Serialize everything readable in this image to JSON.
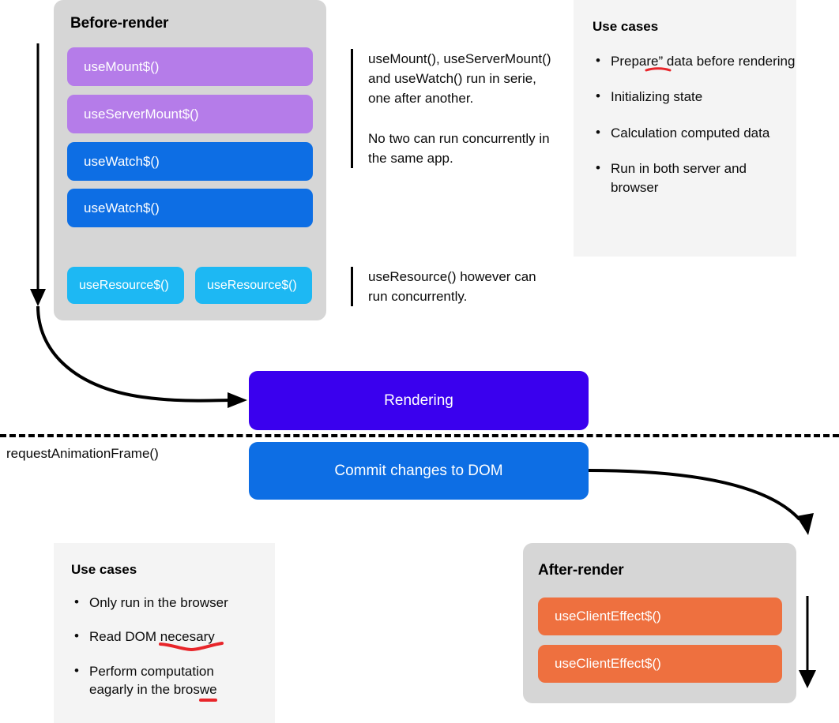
{
  "diagram": {
    "title": "Qwik hooks lifecycle: before-render, rendering, commit, after-render",
    "colors": {
      "panel_bg": "#d6d6d6",
      "usecase_bg": "#f4f4f4",
      "purple": "#b57ce9",
      "blue": "#0d6ee4",
      "cyan": "#1db8f3",
      "orange": "#ee703f",
      "render_violet": "#3a00ee",
      "spellcheck_red": "#e8252a",
      "arrow_black": "#000000"
    }
  },
  "before_render": {
    "title": "Before-render",
    "serial_hooks": [
      {
        "label": "useMount$()",
        "color": "purple"
      },
      {
        "label": "useServerMount$()",
        "color": "purple"
      },
      {
        "label": "useWatch$()",
        "color": "blue"
      },
      {
        "label": "useWatch$()",
        "color": "blue"
      }
    ],
    "concurrent_hooks": [
      {
        "label": "useResource$()",
        "color": "cyan"
      },
      {
        "label": "useResource$()",
        "color": "cyan"
      }
    ]
  },
  "notes": {
    "serial": [
      "useMount(), useServerMount() and useWatch() run in serie, one after another.",
      "No two can run concurrently in the same app."
    ],
    "concurrent": [
      "useResource() however can run concurrently."
    ]
  },
  "usecases_before": {
    "title": "Use cases",
    "items": [
      {
        "prefix": "Prepa",
        "marked": "re”",
        "suffix": " data before rendering",
        "mark": "underline"
      },
      {
        "prefix": "Initializing state",
        "marked": "",
        "suffix": "",
        "mark": "none"
      },
      {
        "prefix": "Calculation computed data",
        "marked": "",
        "suffix": "",
        "mark": "none"
      },
      {
        "prefix": "Run in both server and browser",
        "marked": "",
        "suffix": "",
        "mark": "none"
      }
    ]
  },
  "usecases_after": {
    "title": "Use cases",
    "items": [
      {
        "prefix": "Only run in the browser",
        "marked": "",
        "suffix": "",
        "mark": "none"
      },
      {
        "prefix": "Read DOM ",
        "marked": "necesary",
        "suffix": "",
        "mark": "squiggle"
      },
      {
        "prefix": "Perform computation eagarly in the bros",
        "marked": "we",
        "suffix": "",
        "mark": "underline"
      }
    ]
  },
  "stages": {
    "rendering": "Rendering",
    "commit": "Commit changes to DOM",
    "frame_boundary_label": "requestAnimationFrame()"
  },
  "after_render": {
    "title": "After-render",
    "hooks": [
      {
        "label": "useClientEffect$()",
        "color": "orange"
      },
      {
        "label": "useClientEffect$()",
        "color": "orange"
      }
    ]
  },
  "icons": {
    "arrow_down_left": "arrow-down-icon",
    "arrow_curve_to_render": "curved-arrow-icon",
    "arrow_curve_to_after": "curved-arrow-icon",
    "arrow_down_right": "arrow-down-icon"
  }
}
